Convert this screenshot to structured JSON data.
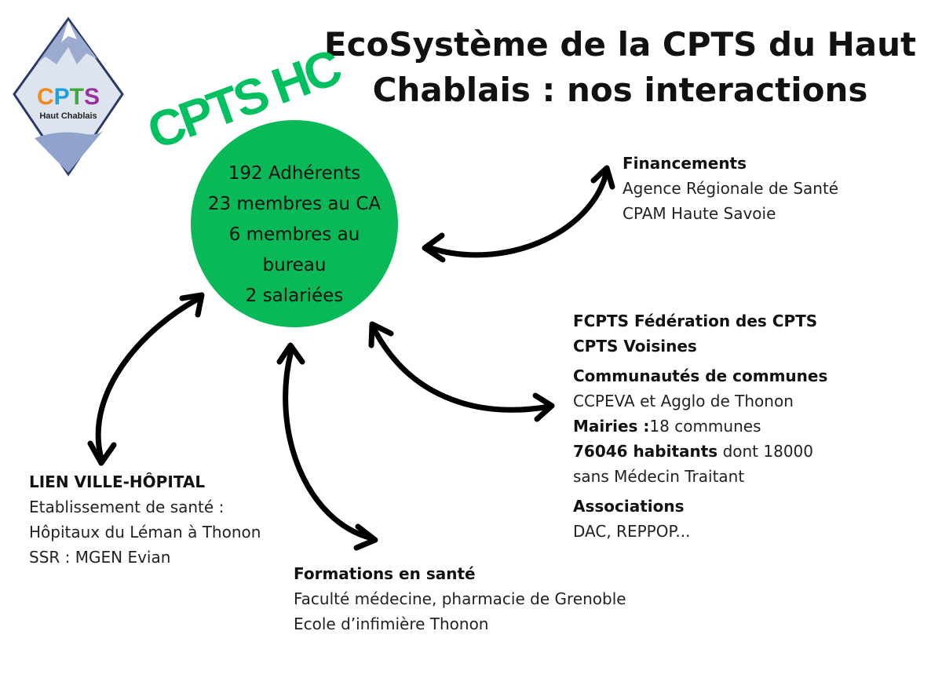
{
  "title": {
    "line1": "EcoSystème de la CPTS du Haut",
    "line2": "Chablais : nos interactions"
  },
  "logo": {
    "wordmark": "CPTS",
    "subtitle": "Haut Chablais",
    "letter_colors": [
      "#f08a1c",
      "#1ea0d8",
      "#3cab3c",
      "#9b2f9b"
    ]
  },
  "brand": {
    "text": "CPTS HC",
    "color": "#00c060"
  },
  "hub": {
    "color": "#09b957",
    "lines": [
      "192 Adhérents",
      "23 membres au CA",
      "6 membres au",
      "bureau",
      "2 salariées"
    ]
  },
  "financements": {
    "heading": "Financements",
    "lines": [
      "Agence Régionale de Santé",
      "CPAM Haute Savoie"
    ]
  },
  "federation": {
    "heading1": "FCPTS Fédération des CPTS",
    "heading2": "CPTS Voisines",
    "communautes_heading": "Communautés de communes",
    "communautes_line": "CCPEVA et Agglo de Thonon",
    "mairies_label": "Mairies :",
    "mairies_value": "18 communes",
    "habitants_label": "76046 habitants",
    "habitants_value": " dont 18000",
    "habitants_line2": "sans Médecin Traitant",
    "associations_heading": "Associations",
    "associations_line": "DAC, REPPOP..."
  },
  "hopital": {
    "heading": "LIEN VILLE-HÔPITAL",
    "lines": [
      "Etablissement de santé :",
      "Hôpitaux du Léman à Thonon",
      "SSR : MGEN Evian"
    ]
  },
  "formations": {
    "heading": "Formations en santé",
    "lines": [
      "Faculté médecine, pharmacie de Grenoble",
      "Ecole d’infimière Thonon"
    ]
  }
}
